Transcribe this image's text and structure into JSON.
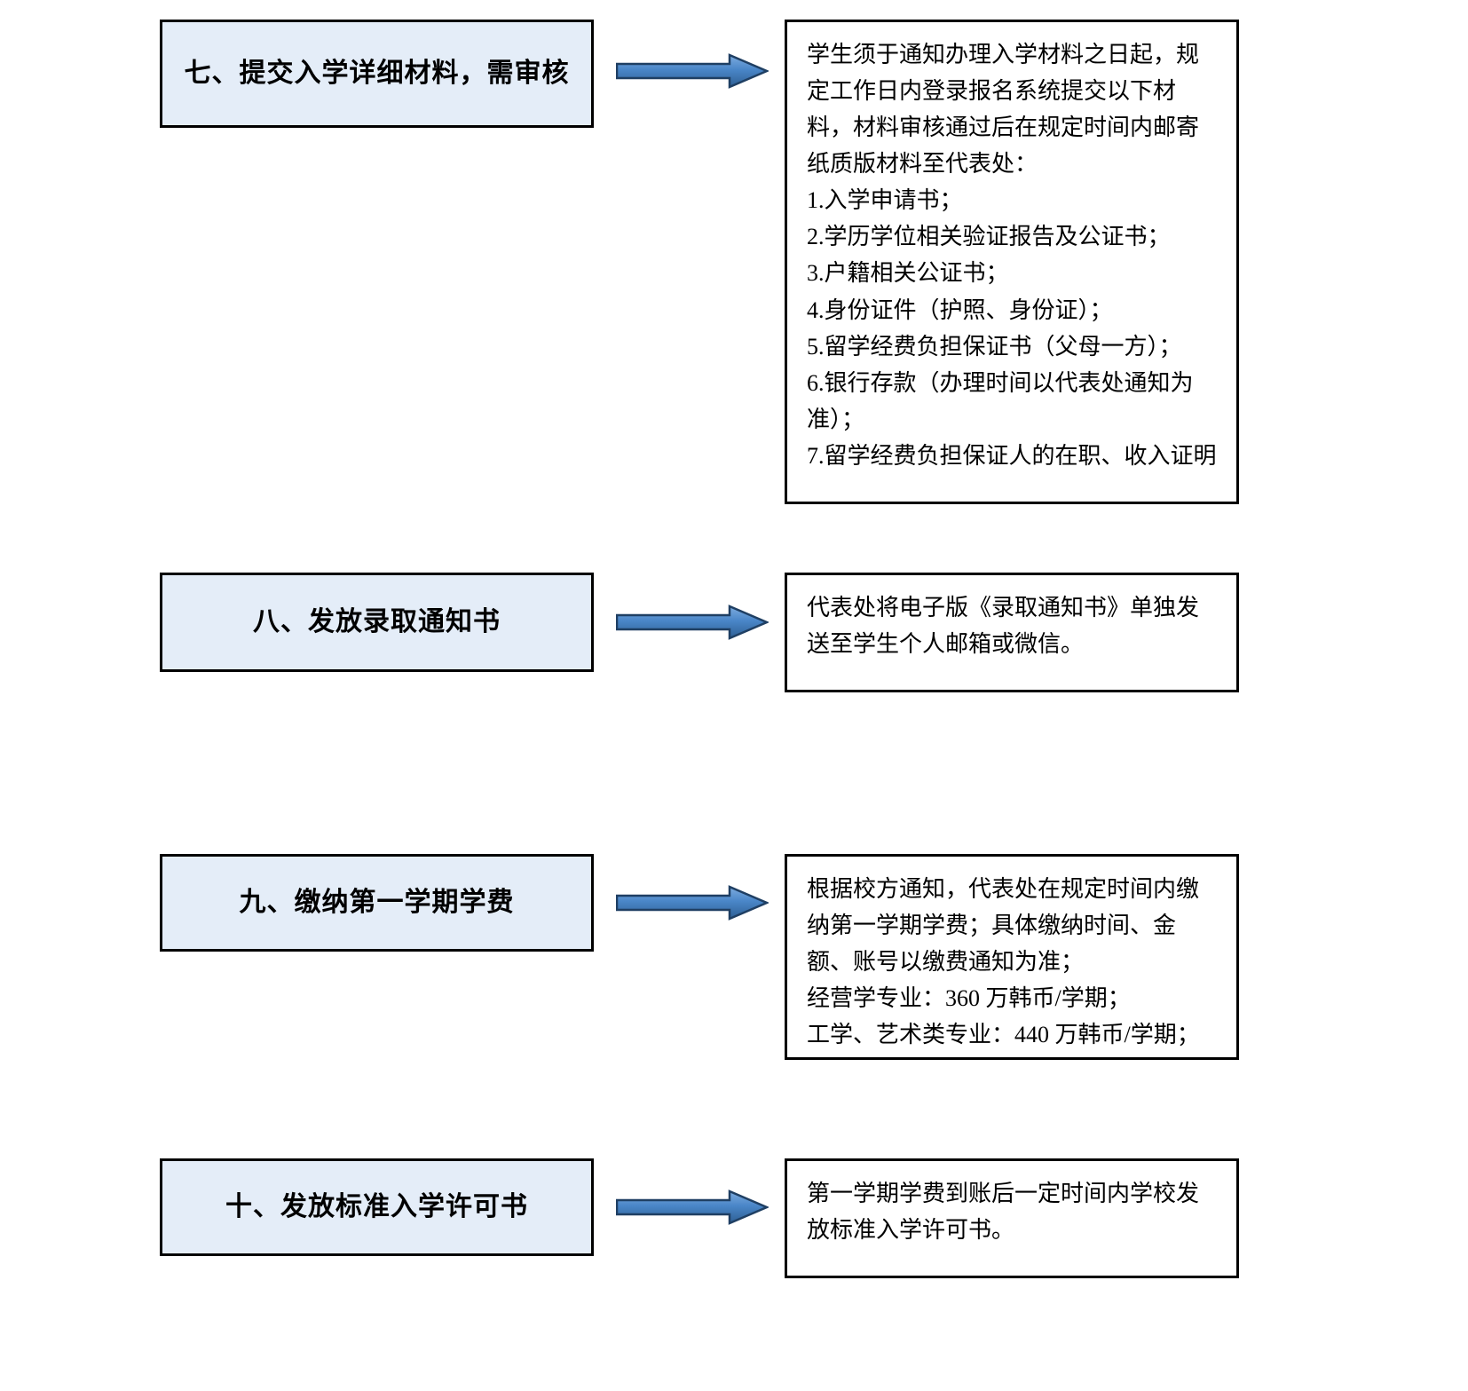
{
  "document": {
    "title": "入学流程图（第七至第十步）",
    "background_color": "#ffffff",
    "box_fill_color": "#e4edf8",
    "box_border_color": "#000000",
    "arrow_fill_color": "#4a86c8",
    "arrow_border_color": "#1f3f63",
    "text_color": "#000000"
  },
  "steps": [
    {
      "id": "step-7",
      "label": "七、提交入学详细材料，需审核",
      "arrow_name": "arrow-step-7",
      "detail": {
        "lines": [
          "学生须于通知办理入学材料之日起，规定工作日内登录报名系统提交以下材料，材料审核通过后在规定时间内邮寄纸质版材料至代表处：",
          "1.入学申请书；",
          "2.学历学位相关验证报告及公证书；",
          "3.户籍相关公证书；",
          "4.身份证件（护照、身份证）；",
          "5.留学经费负担保证书（父母一方）；",
          "6.银行存款（办理时间以代表处通知为准）；",
          "7.留学经费负担保证人的在职、收入证明"
        ]
      }
    },
    {
      "id": "step-8",
      "label": "八、发放录取通知书",
      "arrow_name": "arrow-step-8",
      "detail": {
        "lines": [
          "代表处将电子版《录取通知书》单独发送至学生个人邮箱或微信。"
        ]
      }
    },
    {
      "id": "step-9",
      "label": "九、缴纳第一学期学费",
      "arrow_name": "arrow-step-9",
      "detail": {
        "lines": [
          "根据校方通知，代表处在规定时间内缴纳第一学期学费；具体缴纳时间、金额、账号以缴费通知为准；",
          "经营学专业：360 万韩币/学期；",
          "工学、艺术类专业：440 万韩币/学期；"
        ]
      }
    },
    {
      "id": "step-10",
      "label": "十、发放标准入学许可书",
      "arrow_name": "arrow-step-10",
      "detail": {
        "lines": [
          "第一学期学费到账后一定时间内学校发放标准入学许可书。"
        ]
      }
    }
  ]
}
